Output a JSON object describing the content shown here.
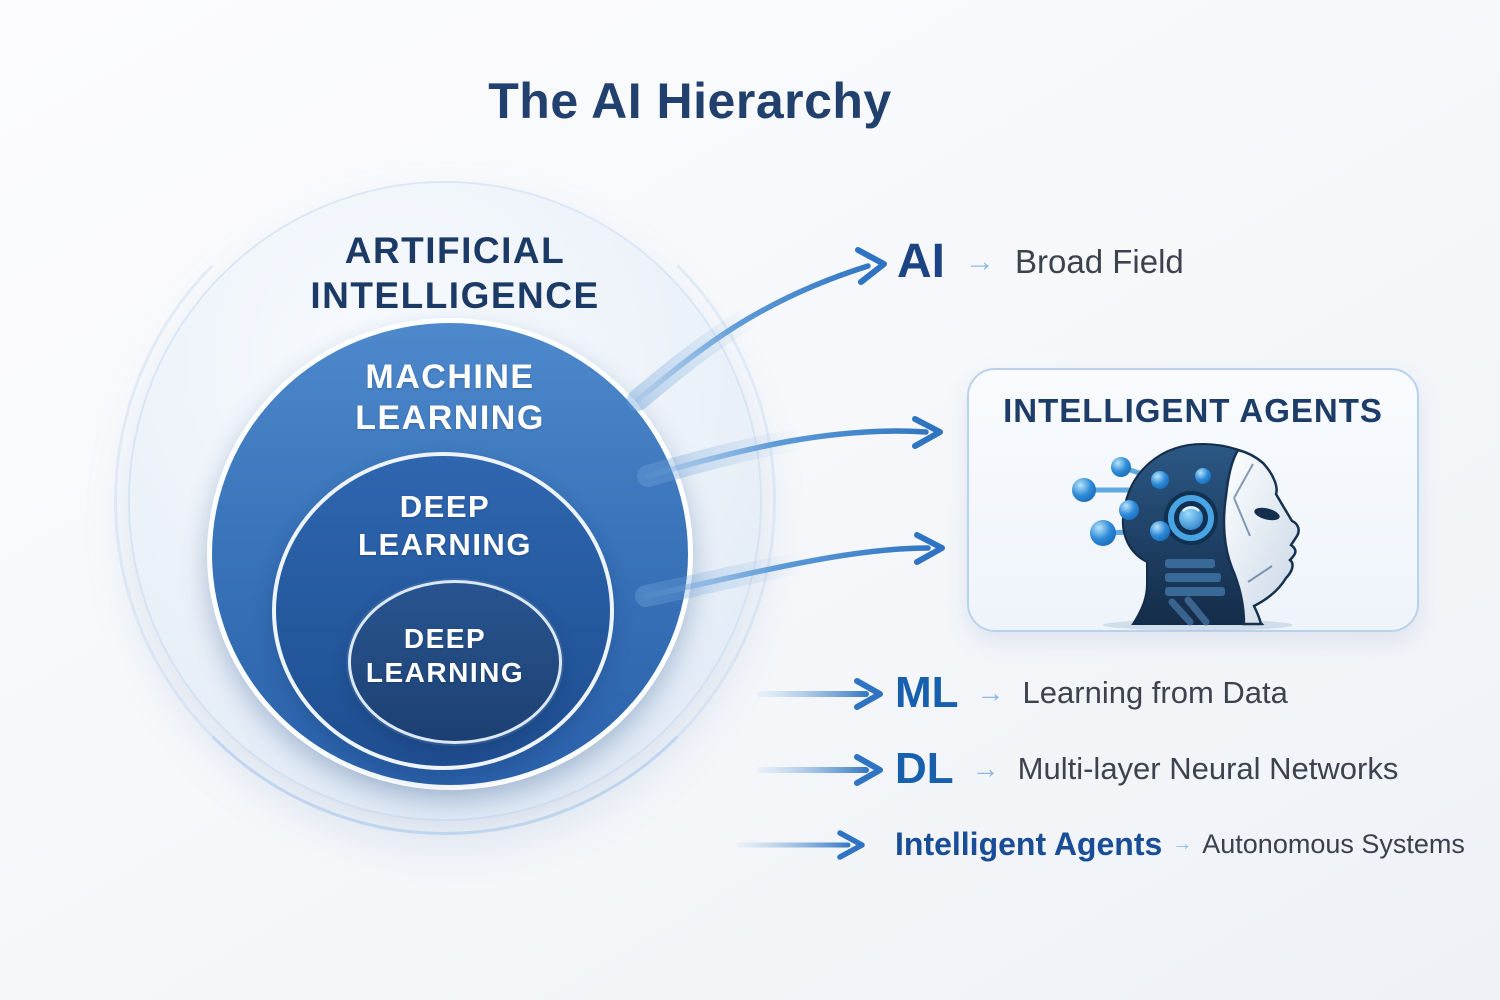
{
  "title": "The AI Hierarchy",
  "venn": {
    "outer": {
      "line1": "ARTIFICIAL",
      "line2": "INTELLIGENCE"
    },
    "machine_learning": {
      "line1": "MACHINE",
      "line2": "LEARNING"
    },
    "deep_learning": {
      "line1": "DEEP",
      "line2": "LEARNING"
    },
    "deep_learning_inner": {
      "line1": "DEEP",
      "line2": "LEARNING"
    }
  },
  "callouts": {
    "arrow_glyph": "→",
    "ai": {
      "abbr": "AI",
      "desc": "Broad Field"
    },
    "ml": {
      "abbr": "ML",
      "desc": "Learning from Data"
    },
    "dl": {
      "abbr": "DL",
      "desc": "Multi-layer Neural Networks"
    },
    "agents": {
      "abbr": "Intelligent Agents",
      "desc": "Autonomous Systems"
    }
  },
  "agents_card": {
    "title": "INTELLIGENT AGENTS",
    "icon": "robot-head-icon"
  },
  "colors": {
    "title_navy": "#21406e",
    "circle_label_navy": "#1c3a66",
    "ml_circle_blue": "#3a74ba",
    "dl_circle_blue": "#255a9f",
    "dl_inner_blue": "#224a80",
    "abbr_blue": "#1760ae",
    "ai_abbr_navy": "#1c4383",
    "desc_gray": "#3d434e",
    "arrow_blue": "#2f74c2",
    "light_arrow_blue": "#8db8e4",
    "card_border_blue": "#b9d2ec"
  }
}
